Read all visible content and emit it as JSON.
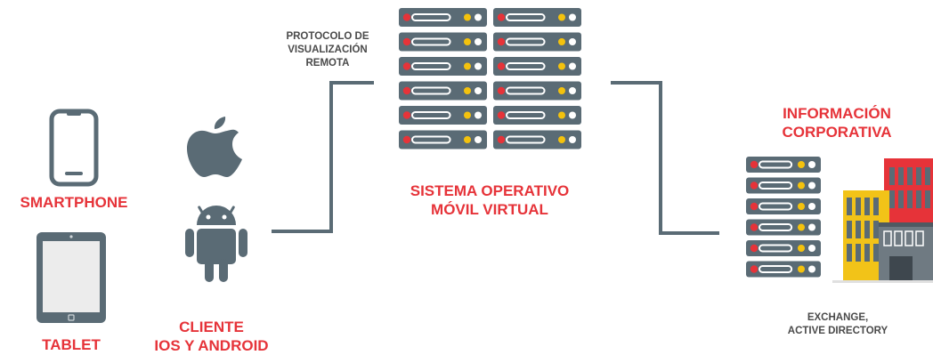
{
  "devices": {
    "smartphone": {
      "label": "SMARTPHONE",
      "icon": "smartphone-icon"
    },
    "tablet": {
      "label": "TABLET",
      "icon": "tablet-icon"
    }
  },
  "client": {
    "line1": "CLIENTE",
    "line2": "IOS Y ANDROID",
    "icons": [
      "apple-icon",
      "android-icon"
    ]
  },
  "protocol": {
    "line1": "PROTOCOLO DE",
    "line2": "VISUALIZACIÓN",
    "line3": "REMOTA"
  },
  "virtual_os": {
    "line1": "SISTEMA OPERATIVO",
    "line2": "MÓVIL VIRTUAL",
    "icon": "server-rack-icon"
  },
  "corporate": {
    "line1": "INFORMACIÓN",
    "line2": "CORPORATIVA",
    "icons": [
      "server-rack-icon",
      "office-buildings-icon"
    ]
  },
  "services": {
    "line1": "EXCHANGE,",
    "line2": "ACTIVE DIRECTORY"
  },
  "colors": {
    "accent_red": "#e63339",
    "icon_gray": "#5a6b75",
    "connector": "#5a6b75",
    "led_yellow": "#f4c20d",
    "building_yellow": "#f2c318",
    "building_red": "#e63339",
    "building_gray": "#6f7a82"
  }
}
